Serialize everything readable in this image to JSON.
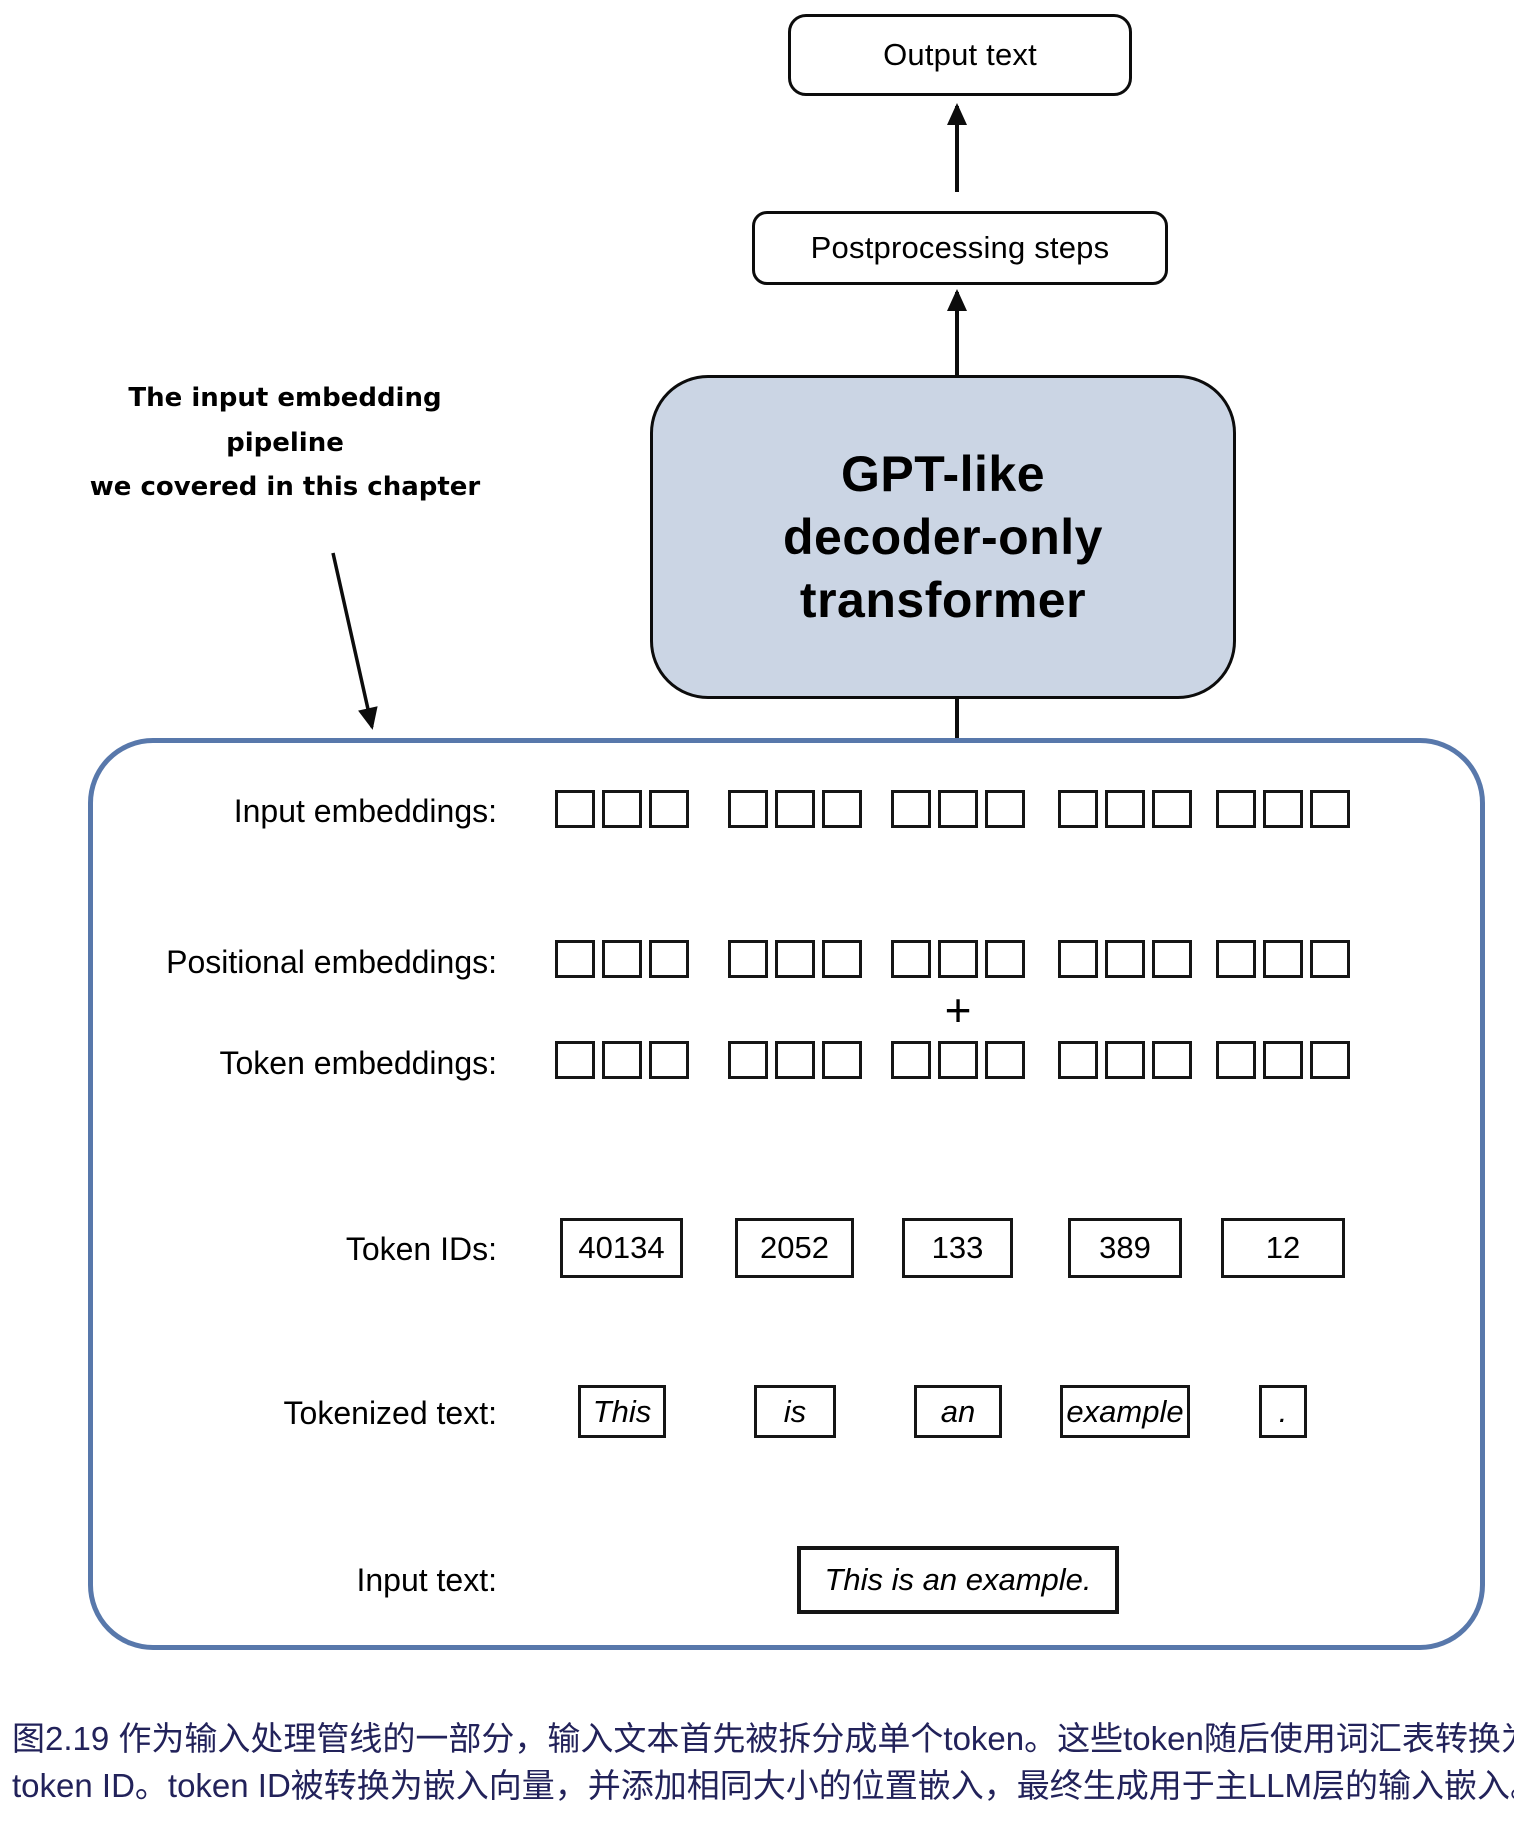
{
  "diagram": {
    "output_box_label": "Output text",
    "postprocessing_box_label": "Postprocessing steps",
    "gpt_box": {
      "line1": "GPT-like",
      "line2": "decoder-only",
      "line3": "transformer"
    },
    "annotation": {
      "line1": "The input embedding pipeline",
      "line2": "we covered in this chapter"
    },
    "pipeline": {
      "embedding_rows": [
        {
          "id": "input-embeddings",
          "label": "Input embeddings:"
        },
        {
          "id": "positional-embeddings",
          "label": "Positional embeddings:"
        },
        {
          "id": "token-embeddings",
          "label": "Token embeddings:"
        }
      ],
      "groups_per_row": 5,
      "cells_per_group": 3,
      "plus_sign": "+",
      "token_ids_label": "Token IDs:",
      "token_ids": [
        "40134",
        "2052",
        "133",
        "389",
        "12"
      ],
      "tokenized_label": "Tokenized text:",
      "tokens": [
        "This",
        "is",
        "an",
        "example",
        "."
      ],
      "input_text_label": "Input text:",
      "input_text": "This is an example."
    }
  },
  "caption": {
    "line1": "图2.19 作为输入处理管线的一部分，输入文本首先被拆分成单个token。这些token随后使用词汇表转换为",
    "line2": "token ID。token ID被转换为嵌入向量，并添加相同大小的位置嵌入，最终生成用于主LLM层的输入嵌入。"
  },
  "colors": {
    "gpt_box_fill": "#cbd5e4",
    "pipeline_border": "#5878ab",
    "caption_text": "#22225a",
    "line_color": "#0c0c0c"
  }
}
